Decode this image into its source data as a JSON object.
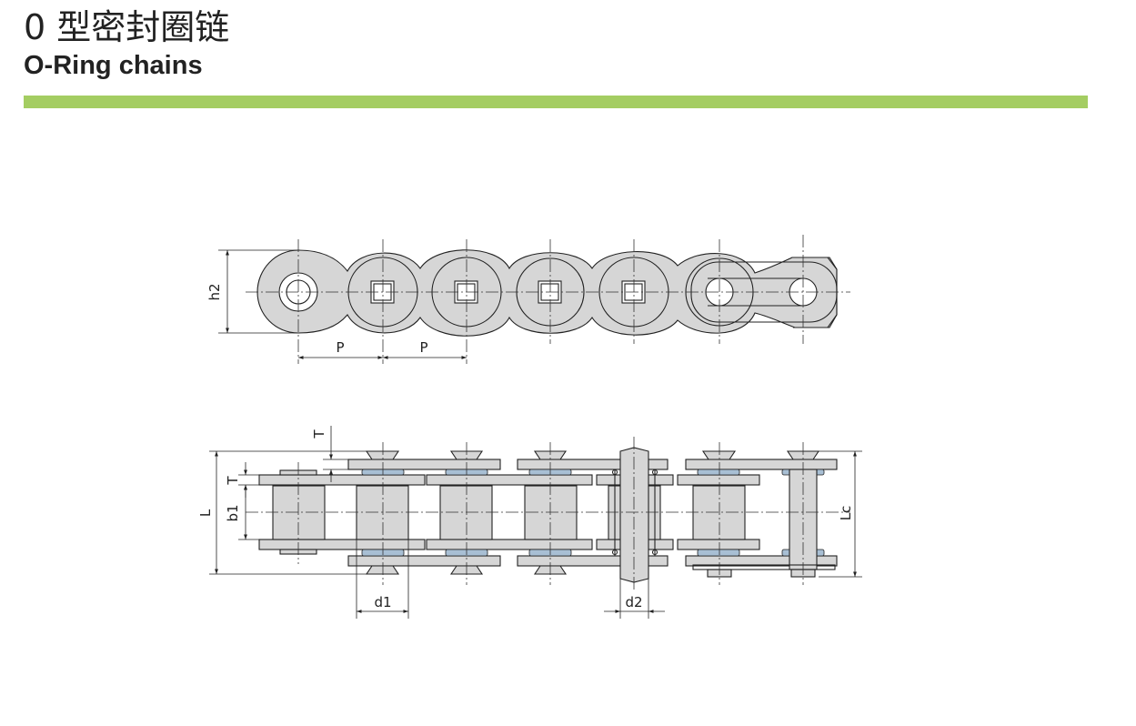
{
  "header": {
    "title_cn": "0 型密封圈链",
    "title_en": "O-Ring chains"
  },
  "colors": {
    "accent_bar": "#a4cd62",
    "plate_fill": "#d6d6d6",
    "seal_fill": "#a8bfd4",
    "line": "#222222"
  },
  "dimensions": {
    "h2": "h2",
    "pitch_1": "P",
    "pitch_2": "P",
    "thickness_1": "T",
    "thickness_2": "T",
    "length_L": "L",
    "inner_width_b1": "b1",
    "length_Lc": "Lc",
    "roller_d1": "d1",
    "pin_d2": "d2"
  }
}
